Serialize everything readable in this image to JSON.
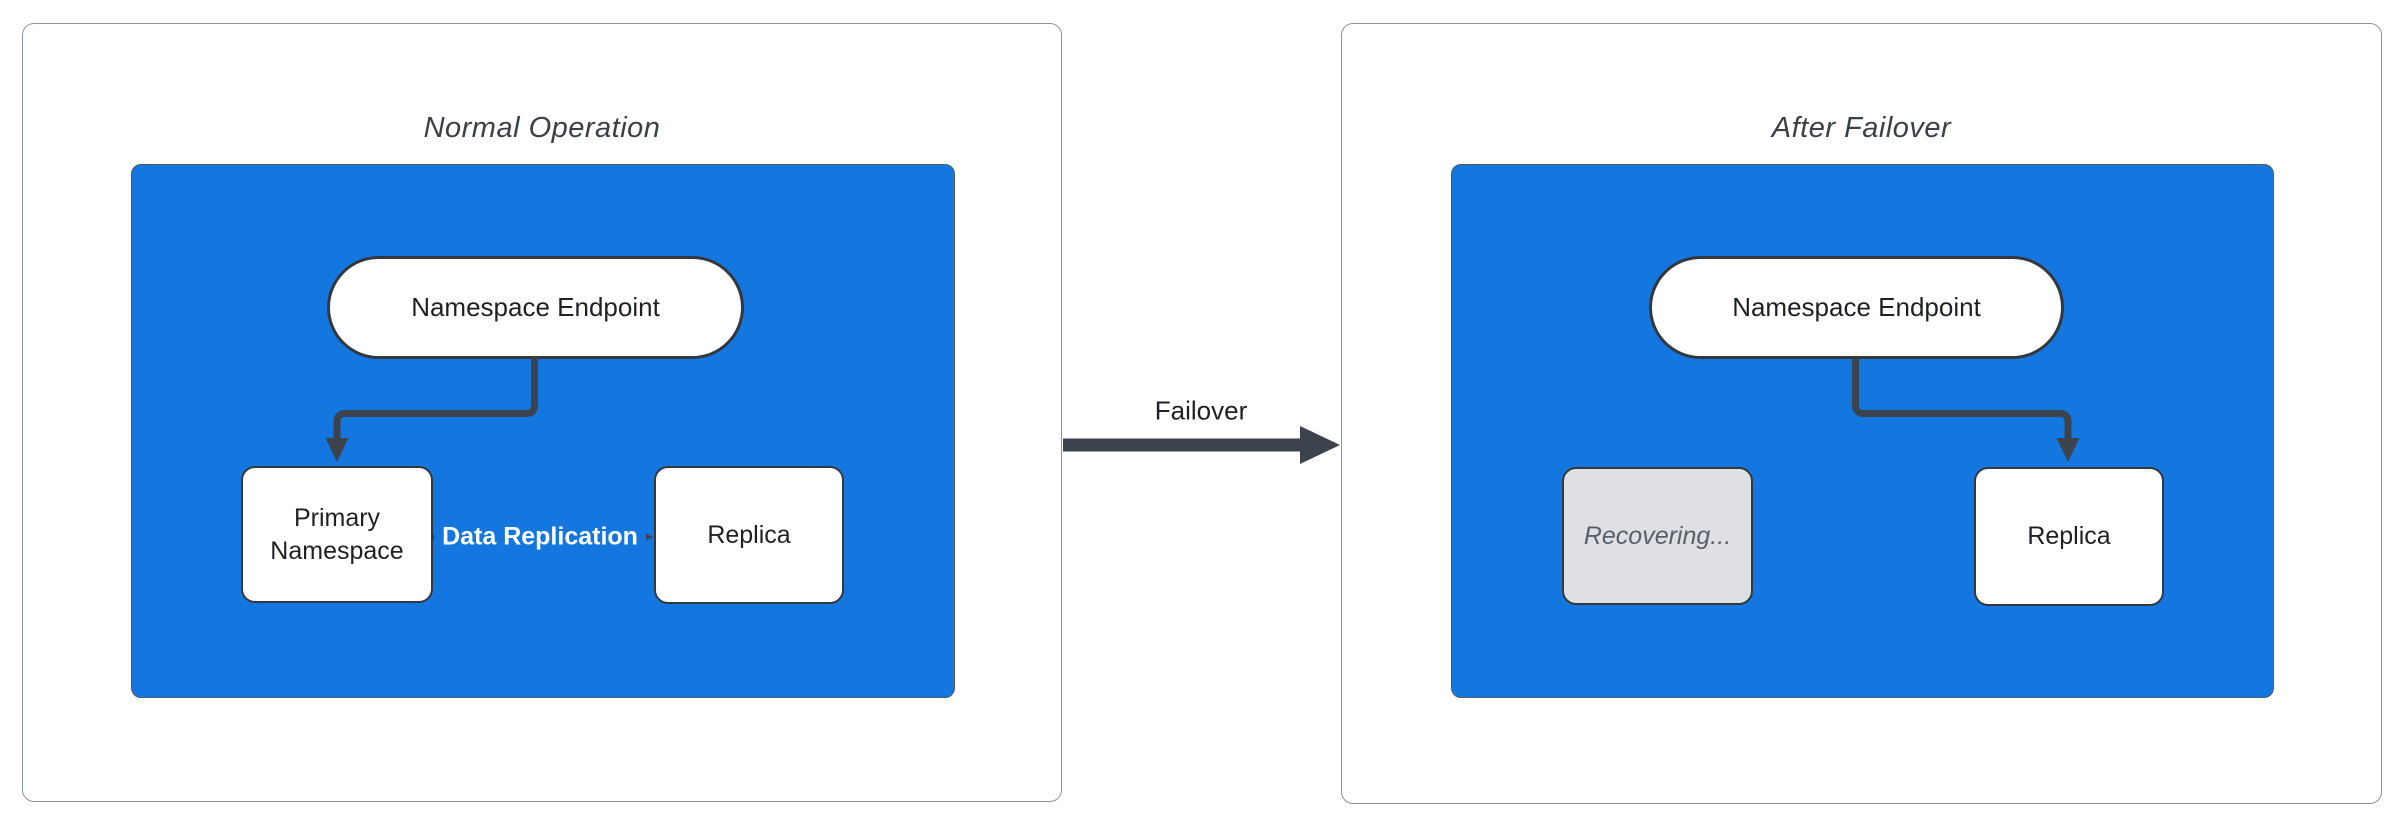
{
  "colors": {
    "canvas_blue": "#1477E0",
    "stroke_dark": "#3D434D",
    "node_border": "#33383F",
    "panel_border": "#8E9398",
    "node_text": "#1D2126",
    "title_text": "#3B4046",
    "recovering_fill": "#DEE0E4",
    "recovering_text": "#5A6068",
    "edge_label_text": "#FFFFFF"
  },
  "panels": [
    {
      "title": "Normal Operation",
      "nodes": {
        "endpoint": {
          "label": "Namespace Endpoint"
        },
        "primary": {
          "label": "Primary Namespace"
        },
        "replica": {
          "label": "Replica"
        }
      },
      "edges": {
        "replication_label": "Data Replication"
      }
    },
    {
      "title": "After Failover",
      "nodes": {
        "endpoint": {
          "label": "Namespace Endpoint"
        },
        "recovering": {
          "label": "Recovering..."
        },
        "replica": {
          "label": "Replica"
        }
      }
    }
  ],
  "connector": {
    "label": "Failover"
  }
}
